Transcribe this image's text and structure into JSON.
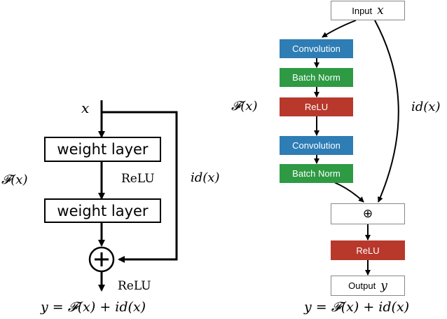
{
  "left": {
    "input_label": "x",
    "layer1_label": "weight layer",
    "layer2_label": "weight layer",
    "relu_mid_label": "ReLU",
    "relu_out_label": "ReLU",
    "fx_label": "𝓕(x)",
    "id_label": "id(x)",
    "plus_symbol": "+",
    "equation": "y = 𝓕(x) + id(x)"
  },
  "right": {
    "input_label": "Input",
    "input_var": "x",
    "conv1_label": "Convolution",
    "bn1_label": "Batch Norm",
    "relu1_label": "ReLU",
    "conv2_label": "Convolution",
    "bn2_label": "Batch Norm",
    "plus_symbol": "⊕",
    "relu2_label": "ReLU",
    "output_label": "Output",
    "output_var": "y",
    "fx_label": "𝓕(x)",
    "id_label": "id(x)",
    "equation": "y = 𝓕(x) + id(x)",
    "colors": {
      "convolution": "#2e7db5",
      "batch_norm": "#2e9a44",
      "relu": "#b8382c"
    }
  }
}
